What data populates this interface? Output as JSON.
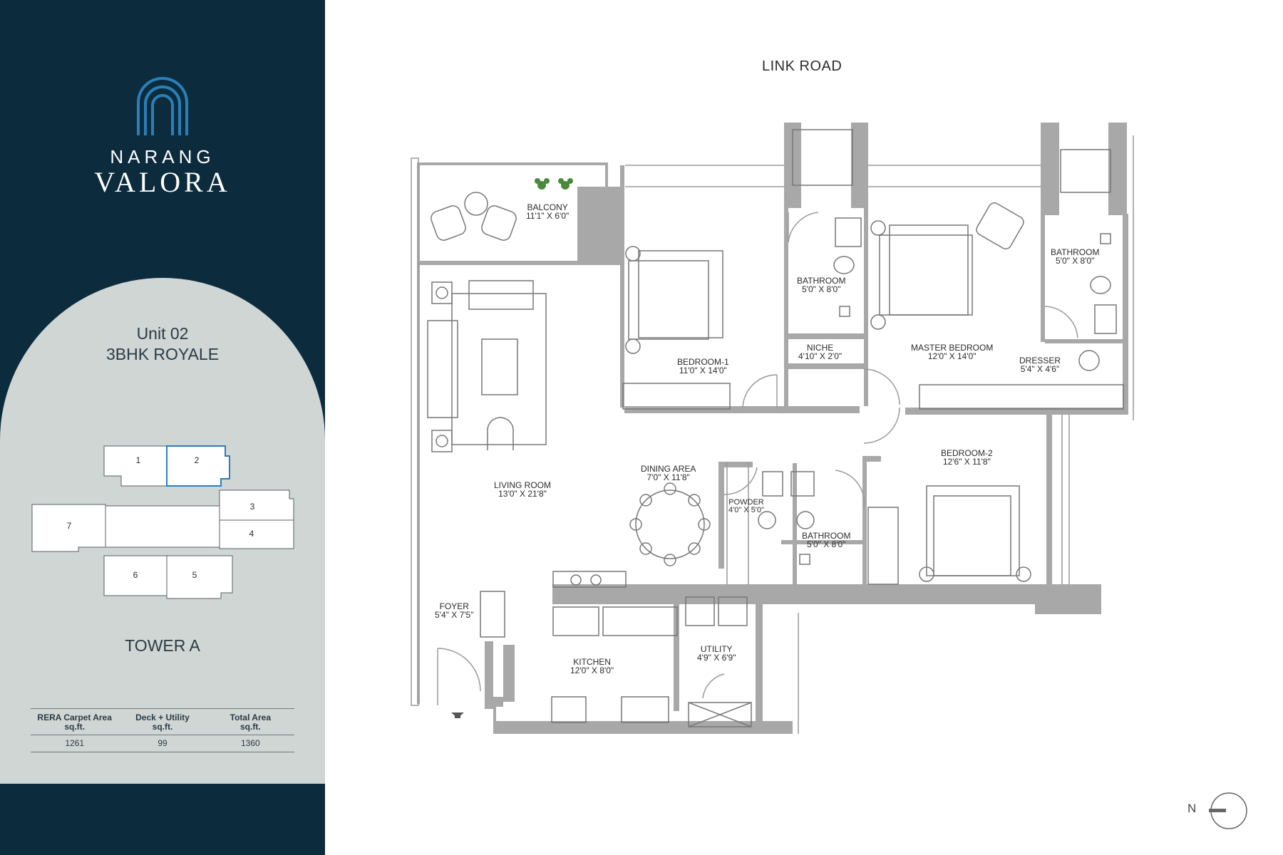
{
  "brand": {
    "line1": "NARANG",
    "line2": "VALORA"
  },
  "unit": {
    "number": "Unit 02",
    "type": "3BHK ROYALE"
  },
  "keyplan": {
    "units": [
      "1",
      "2",
      "3",
      "4",
      "5",
      "6",
      "7"
    ],
    "highlighted": "2"
  },
  "tower": "TOWER A",
  "areas": {
    "headers": [
      {
        "line1": "RERA Carpet Area",
        "line2": "sq.ft."
      },
      {
        "line1": "Deck + Utility",
        "line2": "sq.ft."
      },
      {
        "line1": "Total Area",
        "line2": "sq.ft."
      }
    ],
    "values": [
      "1261",
      "99",
      "1360"
    ]
  },
  "road": "LINK ROAD",
  "rooms": {
    "balcony": {
      "name": "BALCONY",
      "dims": "11'1\" X 6'0\""
    },
    "living": {
      "name": "LIVING ROOM",
      "dims": "13'0\" X 21'8\""
    },
    "bedroom1": {
      "name": "BEDROOM-1",
      "dims": "11'0\" X 14'0\""
    },
    "bath1": {
      "name": "BATHROOM",
      "dims": "5'0\" X 8'0\""
    },
    "niche": {
      "name": "NICHE",
      "dims": "4'10\" X 2'0\""
    },
    "master": {
      "name": "MASTER BEDROOM",
      "dims": "12'0\" X 14'0\""
    },
    "bath2": {
      "name": "BATHROOM",
      "dims": "5'0\" X 8'0\""
    },
    "dresser": {
      "name": "DRESSER",
      "dims": "5'4\" X 4'6\""
    },
    "dining": {
      "name": "DINING AREA",
      "dims": "7'0\" X 11'8\""
    },
    "powder": {
      "name": "POWDER",
      "dims": "4'0\" X 5'0\""
    },
    "bath3": {
      "name": "BATHROOM",
      "dims": "5'0\" X 8'0\""
    },
    "bedroom2": {
      "name": "BEDROOM-2",
      "dims": "12'6\" X 11'8\""
    },
    "foyer": {
      "name": "FOYER",
      "dims": "5'4\" X 7'5\""
    },
    "kitchen": {
      "name": "KITCHEN",
      "dims": "12'0\" X 8'0\""
    },
    "utility": {
      "name": "UTILITY",
      "dims": "4'9\" X 6'9\""
    }
  },
  "compass": {
    "label": "N"
  },
  "colors": {
    "panel": "#0c2c3e",
    "arch": "#cfd6d4",
    "logo": "#2a7fb8",
    "wall": "#a8a8a8"
  }
}
